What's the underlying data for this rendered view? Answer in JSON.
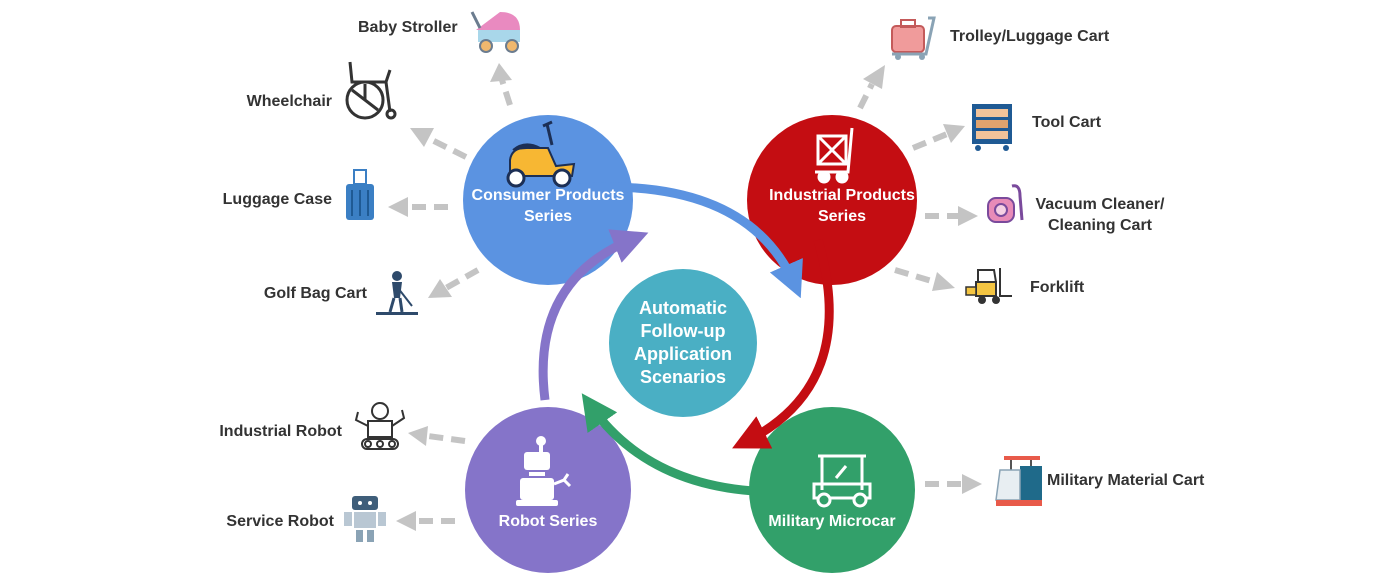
{
  "center": {
    "lines": [
      "Automatic",
      "Follow-up",
      "Application",
      "Scenarios"
    ],
    "color": "#4aafc4"
  },
  "series": {
    "consumer": {
      "lines": [
        "Consumer Products",
        "Series"
      ],
      "color": "#5b93e1"
    },
    "industrial": {
      "lines": [
        "Industrial Products",
        "Series"
      ],
      "color": "#c40d12"
    },
    "robot": {
      "lines": [
        "Robot Series"
      ],
      "color": "#8574c9"
    },
    "military": {
      "lines": [
        "Military Microcar"
      ],
      "color": "#32a06a"
    }
  },
  "consumer_items": [
    "Baby Stroller",
    "Wheelchair",
    "Luggage Case",
    "Golf Bag Cart"
  ],
  "industrial_items": [
    "Trolley/Luggage Cart",
    "Tool Cart",
    [
      "Vacuum Cleaner/",
      "Cleaning Cart"
    ],
    "Forklift"
  ],
  "robot_items": [
    "Industrial Robot",
    "Service Robot"
  ],
  "military_items": [
    "Military Material Cart"
  ],
  "icons": {
    "baby_stroller": "baby-stroller-icon",
    "wheelchair": "wheelchair-icon",
    "luggage_case": "luggage-case-icon",
    "golf_bag_cart": "golfer-icon",
    "trolley": "luggage-trolley-icon",
    "tool_cart": "tool-cart-icon",
    "vacuum": "vacuum-cleaner-icon",
    "forklift": "forklift-icon",
    "industrial_robot": "industrial-robot-icon",
    "service_robot": "service-robot-icon",
    "military_cart": "military-cart-icon",
    "scooter": "scooter-icon",
    "hand_truck": "hand-truck-icon",
    "robot": "robot-icon",
    "golf_cart": "golf-cart-icon"
  },
  "arrow_color": "#c4c4c4"
}
